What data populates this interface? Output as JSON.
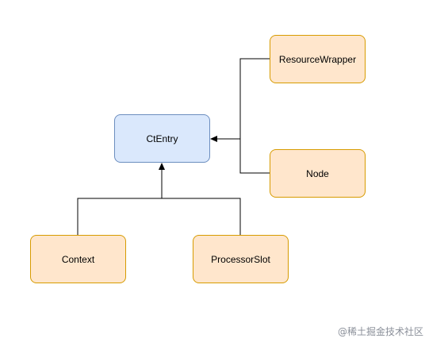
{
  "diagram": {
    "nodes": {
      "ctentry": {
        "label": "CtEntry",
        "fill": "#dae8fc",
        "stroke": "#6c8ebf"
      },
      "resourcewrapper": {
        "label": "ResourceWrapper",
        "fill": "#ffe6cc",
        "stroke": "#d79b00"
      },
      "node": {
        "label": "Node",
        "fill": "#ffe6cc",
        "stroke": "#d79b00"
      },
      "context": {
        "label": "Context",
        "fill": "#ffe6cc",
        "stroke": "#d79b00"
      },
      "processorslot": {
        "label": "ProcessorSlot",
        "fill": "#ffe6cc",
        "stroke": "#d79b00"
      }
    },
    "edges": [
      {
        "from": "resourcewrapper",
        "to": "ctentry"
      },
      {
        "from": "node",
        "to": "ctentry"
      },
      {
        "from": "context",
        "to": "ctentry"
      },
      {
        "from": "processorslot",
        "to": "ctentry"
      }
    ],
    "edge_color": "#000000"
  },
  "watermark": {
    "text": "@稀土掘金技术社区"
  }
}
